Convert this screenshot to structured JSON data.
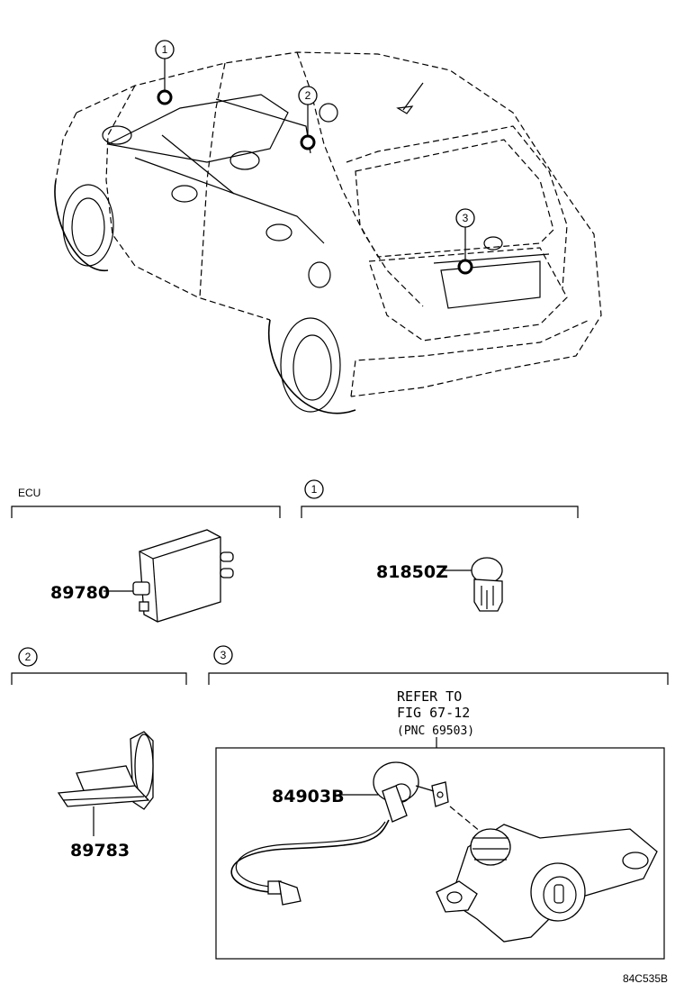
{
  "callouts": {
    "c1": "1",
    "c2": "2",
    "c3": "3"
  },
  "sections": {
    "ecu_label": "ECU",
    "sec1_num": "1",
    "sec2_num": "2",
    "sec3_num": "3"
  },
  "parts": {
    "p89780": "89780",
    "p81850Z": "81850Z",
    "p89783": "89783",
    "p84903B": "84903B"
  },
  "refer": {
    "line1": "REFER TO",
    "line2": "FIG 67-12",
    "line3": "(PNC 69503)"
  },
  "figure_code": "84C535B"
}
